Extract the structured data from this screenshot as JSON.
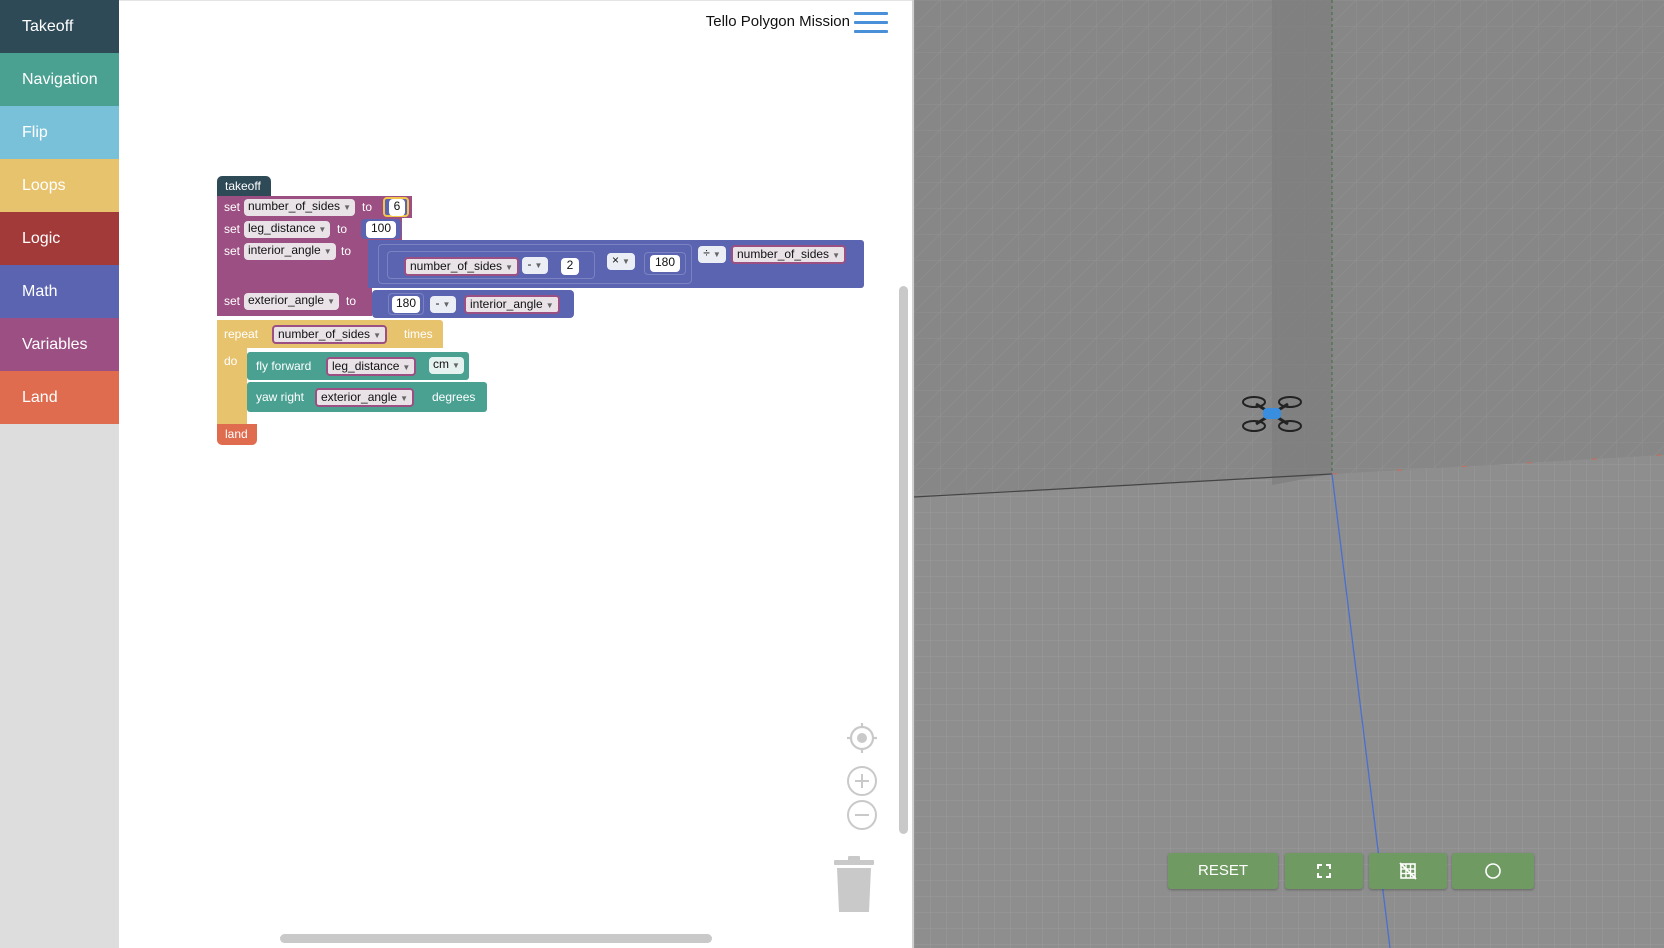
{
  "categories": [
    {
      "label": "Takeoff",
      "color": "#2f4a57"
    },
    {
      "label": "Navigation",
      "color": "#4aa192"
    },
    {
      "label": "Flip",
      "color": "#79c1d9"
    },
    {
      "label": "Loops",
      "color": "#e8c36e"
    },
    {
      "label": "Logic",
      "color": "#a33a3a"
    },
    {
      "label": "Math",
      "color": "#5b64b0"
    },
    {
      "label": "Variables",
      "color": "#9b4f82"
    },
    {
      "label": "Land",
      "color": "#df6c4f"
    }
  ],
  "header": {
    "title": "Tello Polygon Mission"
  },
  "blocks": {
    "takeoff": "takeoff",
    "set": "set",
    "to": "to",
    "var_sides": "number_of_sides",
    "var_leg": "leg_distance",
    "var_interior": "interior_angle",
    "var_exterior": "exterior_angle",
    "num_6": "6",
    "num_100": "100",
    "num_2": "2",
    "num_180": "180",
    "op_minus": "-",
    "op_times": "×",
    "op_divide": "÷",
    "repeat": "repeat",
    "times": "times",
    "do": "do",
    "fly_forward": "fly forward",
    "unit_cm": "cm",
    "yaw_right": "yaw right",
    "degrees": "degrees",
    "land": "land"
  },
  "controls": {
    "reset": "RESET"
  }
}
